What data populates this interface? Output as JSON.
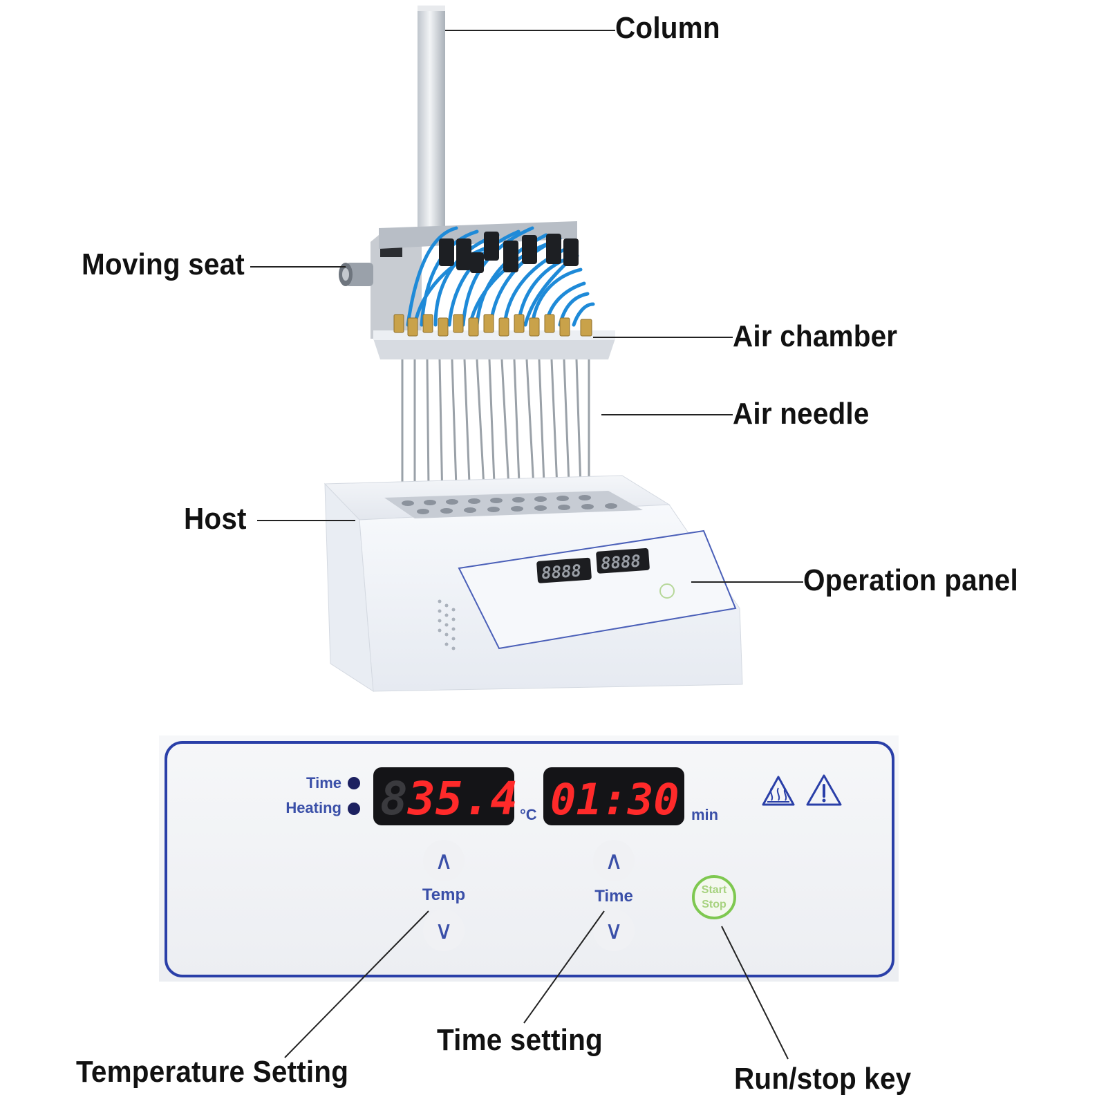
{
  "callouts": {
    "column": "Column",
    "moving_seat": "Moving seat",
    "air_chamber": "Air chamber",
    "air_needle": "Air needle",
    "host": "Host",
    "operation_panel": "Operation panel",
    "temperature_setting": "Temperature Setting",
    "time_setting": "Time setting",
    "run_stop_key": "Run/stop key"
  },
  "panel": {
    "indicator_time": "Time",
    "indicator_heating": "Heating",
    "temp_display": "35.4",
    "temp_display_ghost": "8",
    "temp_unit": "°C",
    "time_display": "01:30",
    "time_unit": "min",
    "temp_button": "Temp",
    "time_button": "Time",
    "start_label": "Start",
    "stop_label": "Stop",
    "up_glyph": "∧",
    "down_glyph": "∨",
    "hot_surface_icon": "hot-surface-warning-icon",
    "caution_icon": "caution-warning-icon"
  },
  "small_panel": {
    "display_left": "8888",
    "display_right": "8888"
  },
  "colors": {
    "panel_border": "#2a3fa8",
    "panel_text": "#3a4fa8",
    "led_red": "#ff2a2a",
    "start_green": "#7ec850",
    "tube_blue": "#1e8ad8",
    "fitting_brass": "#c9a24a"
  }
}
